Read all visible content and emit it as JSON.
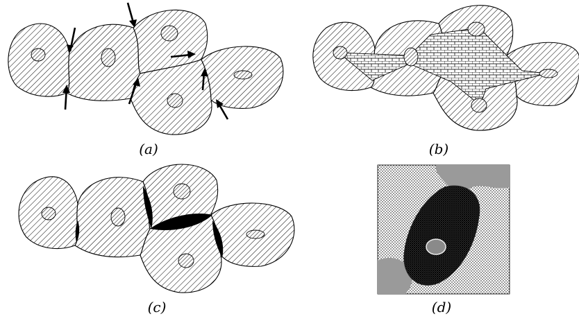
{
  "panels": [
    {
      "id": "a",
      "caption": "(a)"
    },
    {
      "id": "b",
      "caption": "(b)"
    },
    {
      "id": "c",
      "caption": "(c)"
    },
    {
      "id": "d",
      "caption": "(d)"
    }
  ],
  "icons": {
    "arrow": "arrow-icon"
  },
  "colors": {
    "ink": "#000000",
    "background": "#ffffff",
    "micrograph_light": "#cfcfcf",
    "micrograph_dark": "#3a3a3a"
  }
}
